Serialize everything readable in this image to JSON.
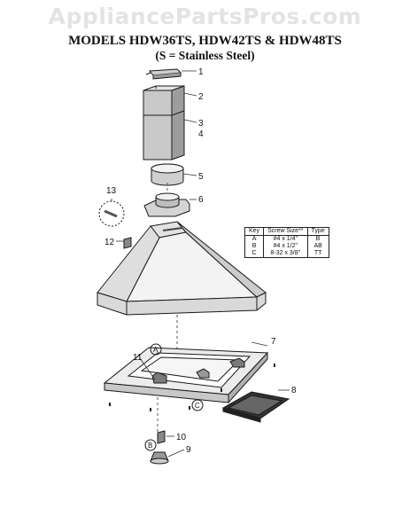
{
  "watermark": "AppliancePartsPros.com",
  "title": "MODELS HDW36TS, HDW42TS & HDW48TS",
  "subtitle": "(S = Stainless Steel)",
  "callouts": {
    "p1": "1",
    "p2": "2",
    "p3": "3",
    "p4": "4",
    "p5": "5",
    "p6": "6",
    "p7": "7",
    "p8": "8",
    "p9": "9",
    "p10": "10",
    "p11": "11",
    "p12": "12",
    "p13": "13"
  },
  "key_letters": {
    "a": "A",
    "b": "B",
    "c": "C"
  },
  "screw_table": {
    "headers": [
      "Key",
      "Screw Size**",
      "Type"
    ],
    "rows": [
      [
        "A",
        "#4 x 1/4\"",
        "B"
      ],
      [
        "B",
        "#4 x 1/2\"",
        "AB"
      ],
      [
        "C",
        "8-32 x 3/8\"",
        "TT"
      ]
    ]
  }
}
